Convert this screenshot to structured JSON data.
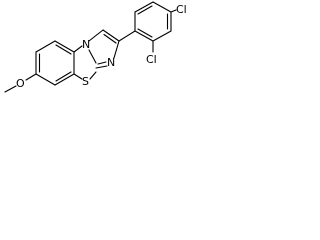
{
  "molecule": {
    "atom_labels": {
      "cl_top": "Cl",
      "cl_side": "Cl",
      "n_top": "N",
      "n_side": "N",
      "s": "S",
      "o": "O"
    }
  }
}
